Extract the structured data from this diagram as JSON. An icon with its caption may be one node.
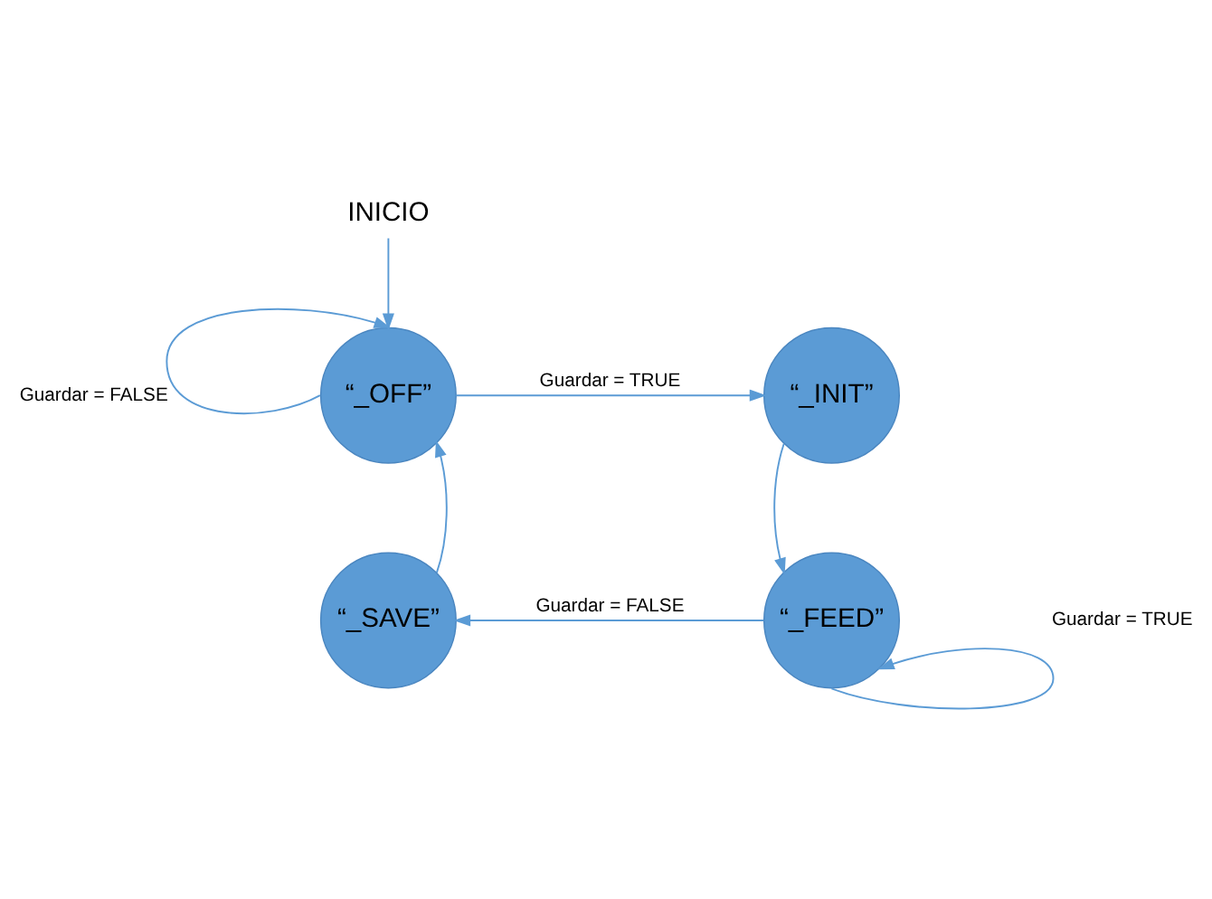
{
  "diagram": {
    "nodes": [
      {
        "text": [
          "INICIO"
        ]
      },
      {
        "text": [
          "“_OFF”"
        ]
      },
      {
        "text": [
          "“_INIT”"
        ]
      },
      {
        "text": [
          "“_FEED”"
        ]
      },
      {
        "text": [
          "“_SAVE”"
        ]
      }
    ],
    "edges": [
      {
        "from": 0,
        "to": 1,
        "arrow": "to"
      },
      {
        "from": 1,
        "to": 1,
        "arrow": "to",
        "label": "Guardar = FALSE"
      },
      {
        "from": 1,
        "to": 2,
        "arrow": "to",
        "label": "Guardar = TRUE"
      },
      {
        "from": 2,
        "to": 3,
        "arrow": "to"
      },
      {
        "from": 3,
        "to": 3,
        "arrow": "to",
        "label": "Guardar = TRUE"
      },
      {
        "from": 3,
        "to": 4,
        "arrow": "to",
        "label": "Guardar = FALSE"
      },
      {
        "from": 4,
        "to": 1,
        "arrow": "to"
      }
    ]
  }
}
